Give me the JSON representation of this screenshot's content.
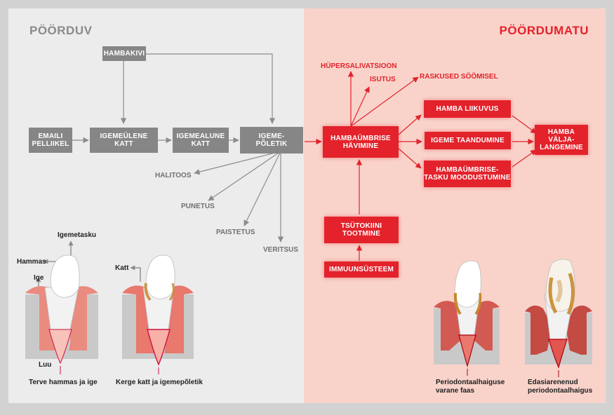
{
  "sections": {
    "left_title": "PÖÖRDUV",
    "right_title": "PÖÖRDUMATU"
  },
  "nodes": {
    "hambakivi": "HAMBAKIVI",
    "emaili_pelliikel": "EMAILI\nPELLIIKEL",
    "igemeulene_katt": "IGEMEÜLENE\nKATT",
    "igemealune_katt": "IGEMEALUNE\nKATT",
    "igemepoletik": "IGEME-\nPÕLETIK",
    "hambaumbrise_havimine": "HAMBAÜMBRISE\nHÄVIMINE",
    "tsutokiini_tootmine": "TSÜTOKIINI\nTOOTMINE",
    "immuunsusteem": "IMMUUNSÜSTEEM",
    "hamba_liikuvus": "HAMBA LIIKUVUS",
    "igeme_taandumine": "IGEME TAANDUMINE",
    "taskute_moodustumine": "HAMBAÜMBRISE-\nTASKU MOODUSTUMINE",
    "hamba_valjalangemine": "HAMBA VÄLJA-\nLANGEMINE"
  },
  "symptoms_left": {
    "halitoos": "HALITOOS",
    "punetus": "PUNETUS",
    "paistetus": "PAISTETUS",
    "veritsus": "VERITSUS"
  },
  "symptoms_right": {
    "hupersalivatsioon": "HÜPERSALIVATSIOON",
    "isutus": "ISUTUS",
    "raskused": "RASKUSED SÖÖMISEL"
  },
  "tooth_labels": {
    "igemetasku": "Igemetasku",
    "hammas": "Hammas",
    "ige": "Ige",
    "luu": "Luu",
    "katt": "Katt"
  },
  "captions": {
    "healthy": "Terve hammas ja ige",
    "mild": "Kerge katt ja igemepõletik",
    "early": "Periodontaalhaiguse\nvarane faas",
    "advanced": "Edasiarenenud\nperiodontaalhaigus"
  },
  "colors": {
    "reversible_bg": "#ececec",
    "irreversible_bg": "#f9d3ca",
    "grey_node": "#868686",
    "red_node": "#e3222b"
  }
}
